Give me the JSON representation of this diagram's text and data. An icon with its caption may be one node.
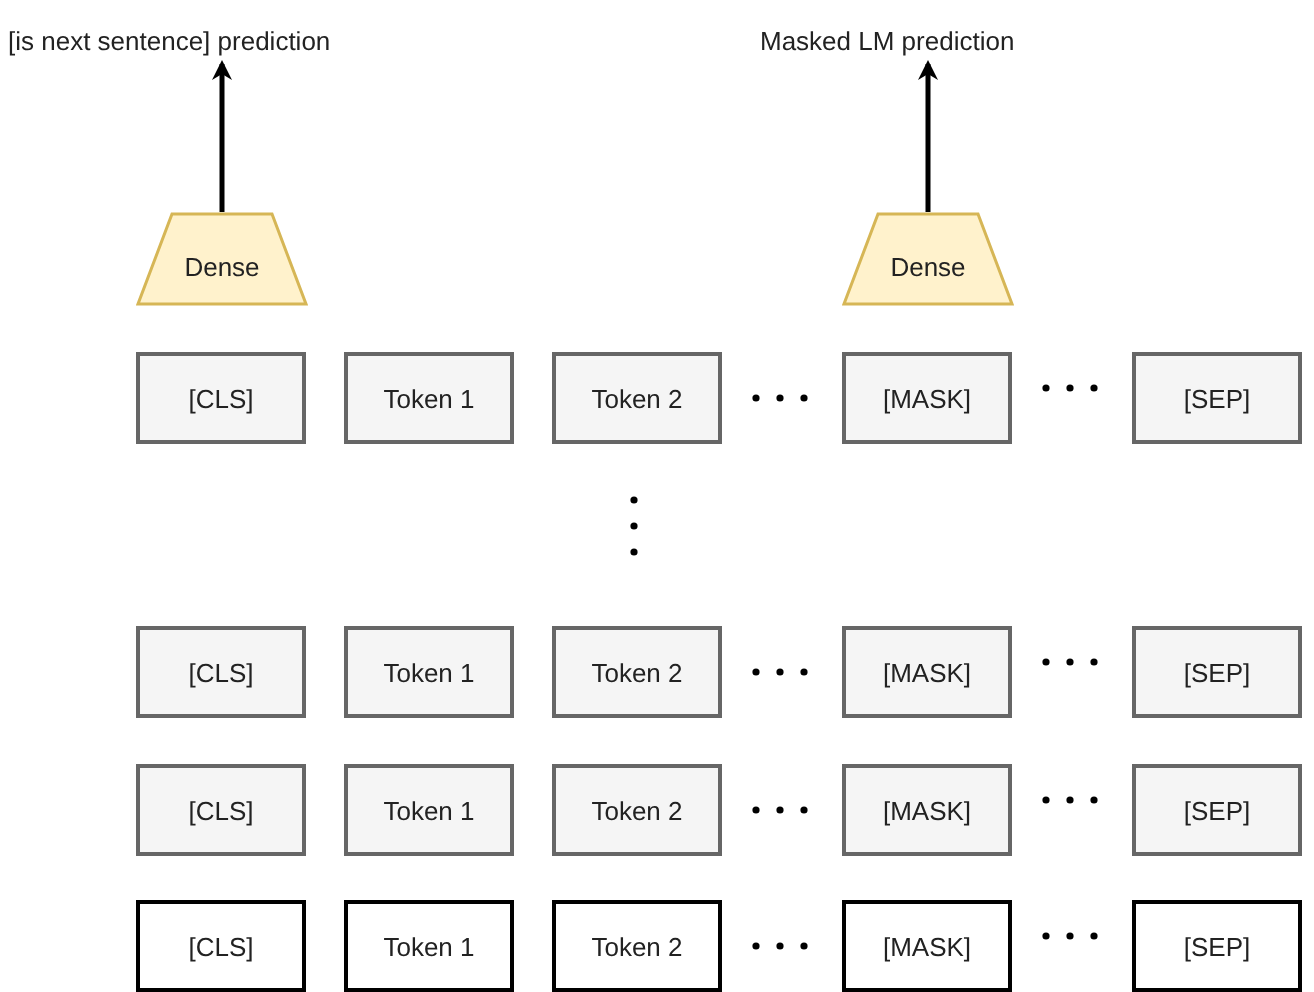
{
  "diagram": {
    "nodes": [
      {
        "text": [
          "[is next sentence] prediction"
        ]
      },
      {
        "text": [
          "Masked LM prediction"
        ]
      },
      {
        "text": [
          "Dense"
        ]
      },
      {
        "text": [
          "Dense"
        ]
      },
      {
        "text": [
          "[CLS]"
        ]
      },
      {
        "text": [
          "Token 1"
        ]
      },
      {
        "text": [
          "Token 2"
        ]
      },
      {
        "text": [
          "[MASK]"
        ]
      },
      {
        "text": [
          "[SEP]"
        ]
      },
      {
        "text": [
          "[CLS]"
        ]
      },
      {
        "text": [
          "Token 1"
        ]
      },
      {
        "text": [
          "Token 2"
        ]
      },
      {
        "text": [
          "[MASK]"
        ]
      },
      {
        "text": [
          "[SEP]"
        ]
      },
      {
        "text": [
          "[CLS]"
        ]
      },
      {
        "text": [
          "Token 1"
        ]
      },
      {
        "text": [
          "Token 2"
        ]
      },
      {
        "text": [
          "[MASK]"
        ]
      },
      {
        "text": [
          "[SEP]"
        ]
      },
      {
        "text": [
          "[CLS]"
        ]
      },
      {
        "text": [
          "Token 1"
        ]
      },
      {
        "text": [
          "Token 2"
        ]
      },
      {
        "text": [
          "[MASK]"
        ]
      },
      {
        "text": [
          "[SEP]"
        ]
      }
    ],
    "edges": [
      {
        "from": 2,
        "to": 0,
        "arrow": "to"
      },
      {
        "from": 3,
        "to": 1,
        "arrow": "to"
      }
    ]
  }
}
